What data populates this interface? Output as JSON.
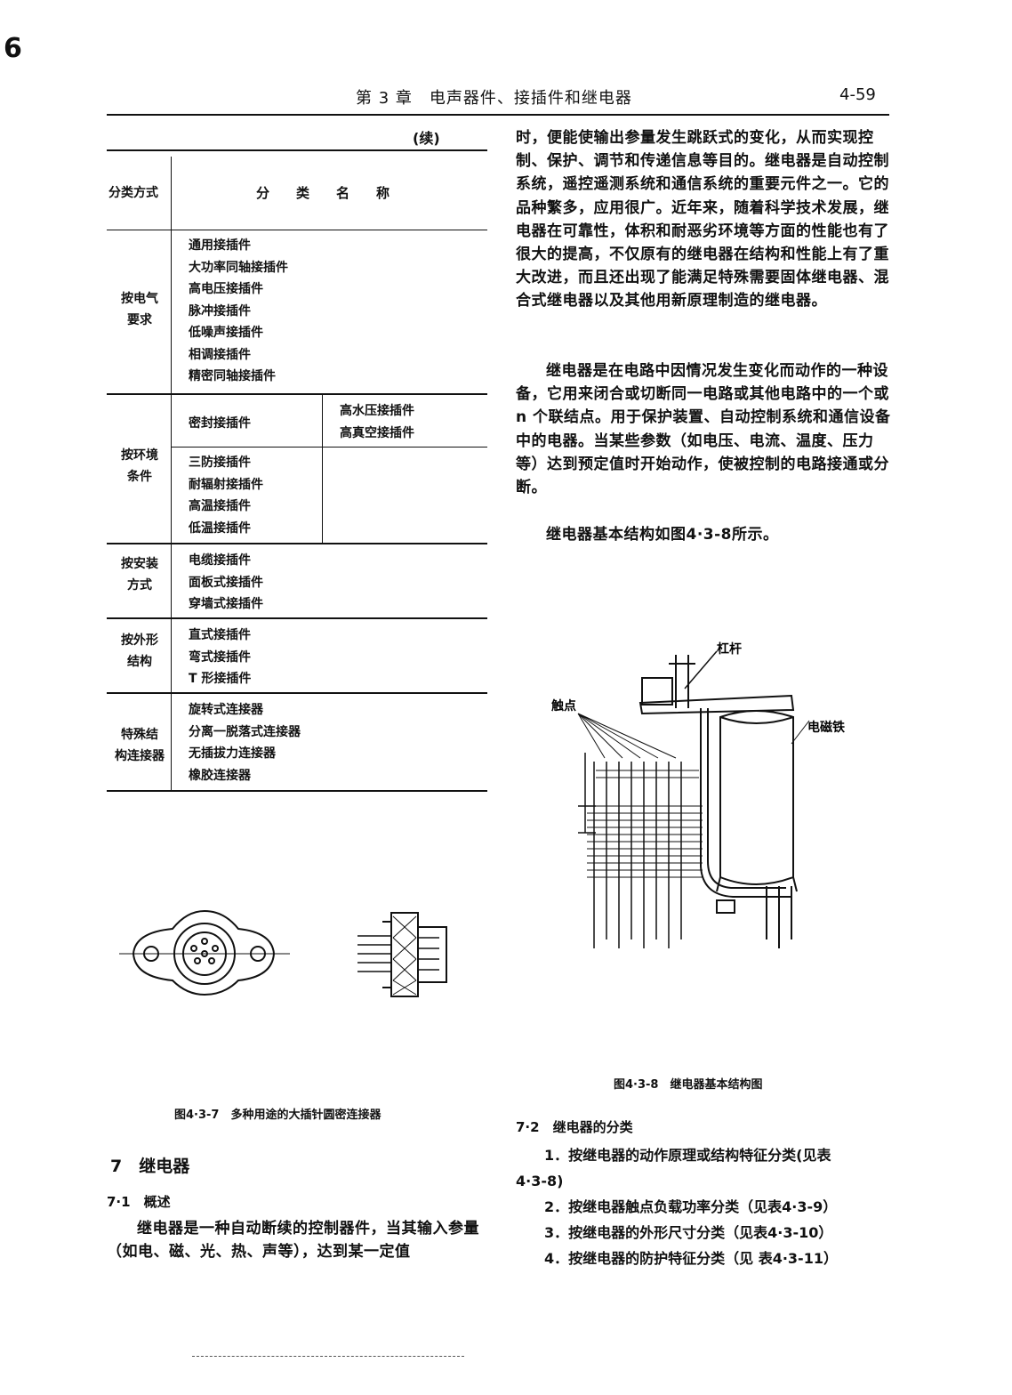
{
  "margin_mark": "6",
  "header": {
    "title": "第 3 章　电声器件、接插件和继电器",
    "page_number": "4-59"
  },
  "table": {
    "continued": "(续)",
    "col_category": "分类方式",
    "col_name": "分类名称",
    "groups": [
      {
        "category": [
          "按电气",
          "要求"
        ],
        "items": [
          "通用接插件",
          "大功率同轴接插件",
          "高电压接插件",
          "脉冲接插件",
          "低噪声接插件",
          "相调接插件",
          "精密同轴接插件"
        ]
      },
      {
        "category": [
          "按环境",
          "条件"
        ],
        "items_a": [
          "密封接插件"
        ],
        "items_a_right": [
          "高水压接插件",
          "高真空接插件"
        ],
        "items_b": [
          "三防接插件",
          "耐辐射接插件",
          "高温接插件",
          "低温接插件"
        ]
      },
      {
        "category": [
          "按安装",
          "方式"
        ],
        "items": [
          "电缆接插件",
          "面板式接插件",
          "穿墙式接插件"
        ]
      },
      {
        "category": [
          "按外形",
          "结构"
        ],
        "items": [
          "直式接插件",
          "弯式接插件",
          "T 形接插件"
        ]
      },
      {
        "category": [
          "特殊结",
          "构连接器"
        ],
        "items": [
          "旋转式连接器",
          "分离一脱落式连接器",
          "无插拔力连接器",
          "橡胶连接器"
        ]
      }
    ]
  },
  "right": {
    "p1": "时，便能使输出参量发生跳跃式的变化，从而实现控制、保护、调节和传递信息等目的。继电器是自动控制系统，遥控遥测系统和通信系统的重要元件之一。它的品种繁多，应用很广。近年来，随着科学技术发展，继电器在可靠性，体积和耐恶劣环境等方面的性能也有了很大的提高，不仅原有的继电器在结构和性能上有了重大改进，而且还出现了能满足特殊需要固体继电器、混合式继电器以及其他用新原理制造的继电器。",
    "p2": "继电器是在电路中因情况发生变化而动作的一种设备，它用来闭合或切断同一电路或其他电路中的一个或 n 个联结点。用于保护装置、自动控制系统和通信设备中的电器。当某些参数（如电压、电流、温度、压力等）达到预定值时开始动作，使被控制的电路接通或分断。",
    "p3": "继电器基本结构如图4·3-8所示。"
  },
  "figure_relay": {
    "label_lever": "杠杆",
    "label_contacts": "触点",
    "label_magnet": "电磁铁",
    "caption": "图4·3-8　继电器基本结构图"
  },
  "figure_connector": {
    "caption": "图4·3-7　多种用途的大插针圆密连接器"
  },
  "section7": {
    "title": "7　继电器",
    "sub1": "7·1　概述",
    "sub1_text": "继电器是一种自动断续的控制器件，当其输入参量（如电、磁、光、热、声等），达到某一定值"
  },
  "section72": {
    "title": "7·2　继电器的分类",
    "items": [
      "1．按继电器的动作原理或结构特征分类(见表",
      "4·3-8)",
      "2．按继电器触点负载功率分类（见表4·3-9）",
      "3．按继电器的外形尺寸分类（见表4·3-10）",
      "4．按继电器的防护特征分类（见 表4·3-11）"
    ]
  }
}
